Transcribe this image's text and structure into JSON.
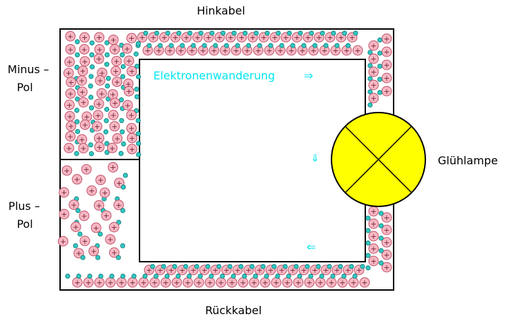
{
  "labels": {
    "top_cable": "Hinkabel",
    "bottom_cable": "Rückkabel",
    "minus_pole_line1": "Minus –",
    "minus_pole_line2": "Pol",
    "plus_pole_line1": "Plus –",
    "plus_pole_line2": "Pol",
    "lamp": "Glühlampe",
    "electron_flow": "Elektronenwanderung"
  },
  "arrows": {
    "right": "⇒",
    "down": "⇓",
    "left": "⇐"
  },
  "particles": {
    "ion_symbol": "+",
    "ion_fill": "#f6b8c3",
    "ion_stroke": "#c0506a",
    "electron_fill": "#2fc9c4",
    "electron_stroke": "#12706c"
  },
  "colors": {
    "lamp_fill": "#ffff00",
    "wire_stroke": "#000000",
    "flow_text": "#00e5ee"
  }
}
